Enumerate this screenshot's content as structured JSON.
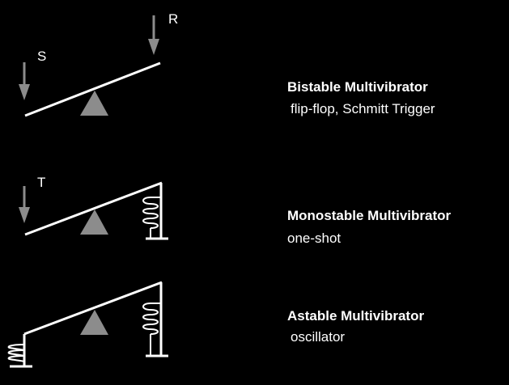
{
  "colors": {
    "background": "#000000",
    "line": "#ffffff",
    "arrow": "#8c8c8c",
    "fulcrum": "#8c8c8c"
  },
  "bistable": {
    "title": "Bistable Multivibrator",
    "subtitle": "flip-flop, Schmitt Trigger",
    "input_left": "S",
    "input_right": "R"
  },
  "monostable": {
    "title": "Monostable Multivibrator",
    "subtitle": "one-shot",
    "input_left": "T"
  },
  "astable": {
    "title": "Astable Multivibrator",
    "subtitle": "oscillator"
  }
}
